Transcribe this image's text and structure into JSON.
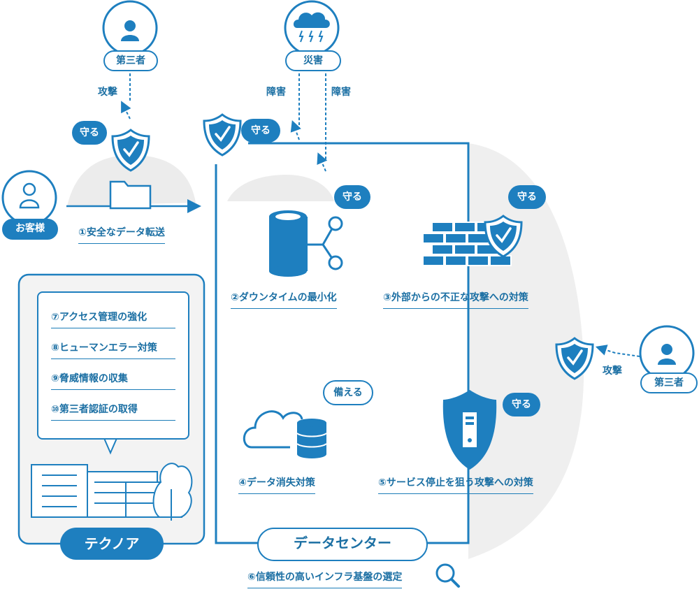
{
  "nodes": {
    "third_party_top": "第三者",
    "disaster": "災害",
    "customer": "お客様",
    "third_party_right": "第三者"
  },
  "edge_labels": {
    "attack_top": "攻撃",
    "attack_right": "攻撃",
    "failure_left": "障害",
    "failure_right": "障害"
  },
  "bubbles": {
    "protect_transfer": "守る",
    "protect_datacenter": "守る",
    "protect_downtime": "守る",
    "protect_firewall": "守る",
    "protect_service": "守る",
    "prepare_loss": "備える"
  },
  "measures": {
    "m1": "①安全なデータ転送",
    "m2": "②ダウンタイムの最小化",
    "m3": "③外部からの不正な攻撃への対策",
    "m4": "④データ消失対策",
    "m5": "⑤サービス停止を狙う攻撃への対策",
    "m6": "⑥信頼性の高いインフラ基盤の選定"
  },
  "technoa": {
    "title": "テクノア",
    "items": [
      "⑦アクセス管理の強化",
      "⑧ヒューマンエラー対策",
      "⑨脅威情報の収集",
      "⑩第三者認証の取得"
    ]
  },
  "datacenter": {
    "title": "データセンター"
  },
  "colors": {
    "primary": "#1e7fbf",
    "dark": "#1b6fa3",
    "gray_zone": "#efefef",
    "panel": "#f3f3f3"
  },
  "icons": [
    "person-icon",
    "storm-cloud-icon",
    "shield-check-icon",
    "folder-icon",
    "database-icon",
    "brick-wall-icon",
    "cloud-database-icon",
    "server-shield-icon",
    "building-icon",
    "magnifier-icon"
  ]
}
